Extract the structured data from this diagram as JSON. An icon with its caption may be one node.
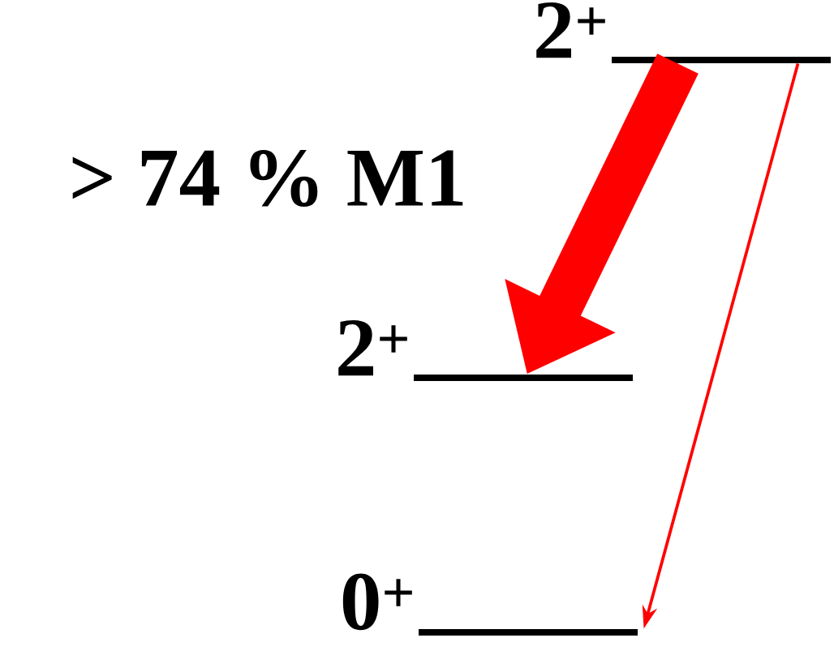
{
  "diagram": {
    "nodes": [
      {
        "text": [
          "2$^{+}$"
        ]
      },
      {
        "text": [
          "2$^{+}$"
        ]
      },
      {
        "text": [
          "0$^{+}$"
        ]
      }
    ],
    "edges": [
      {
        "from": 0,
        "to": 1,
        "arrow": "to",
        "style": "thick",
        "label": "> 74 % M1"
      },
      {
        "from": 0,
        "to": 2,
        "arrow": "to"
      }
    ]
  }
}
